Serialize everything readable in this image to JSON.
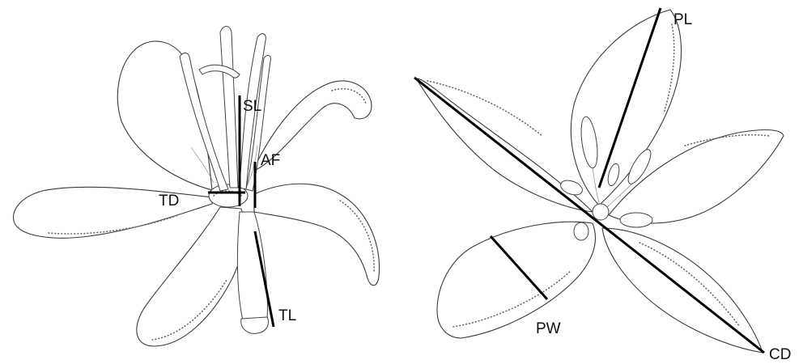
{
  "labels": {
    "sl": "SL",
    "af": "AF",
    "td": "TD",
    "tl": "TL",
    "pl": "PL",
    "pw": "PW",
    "cd": "CD"
  }
}
